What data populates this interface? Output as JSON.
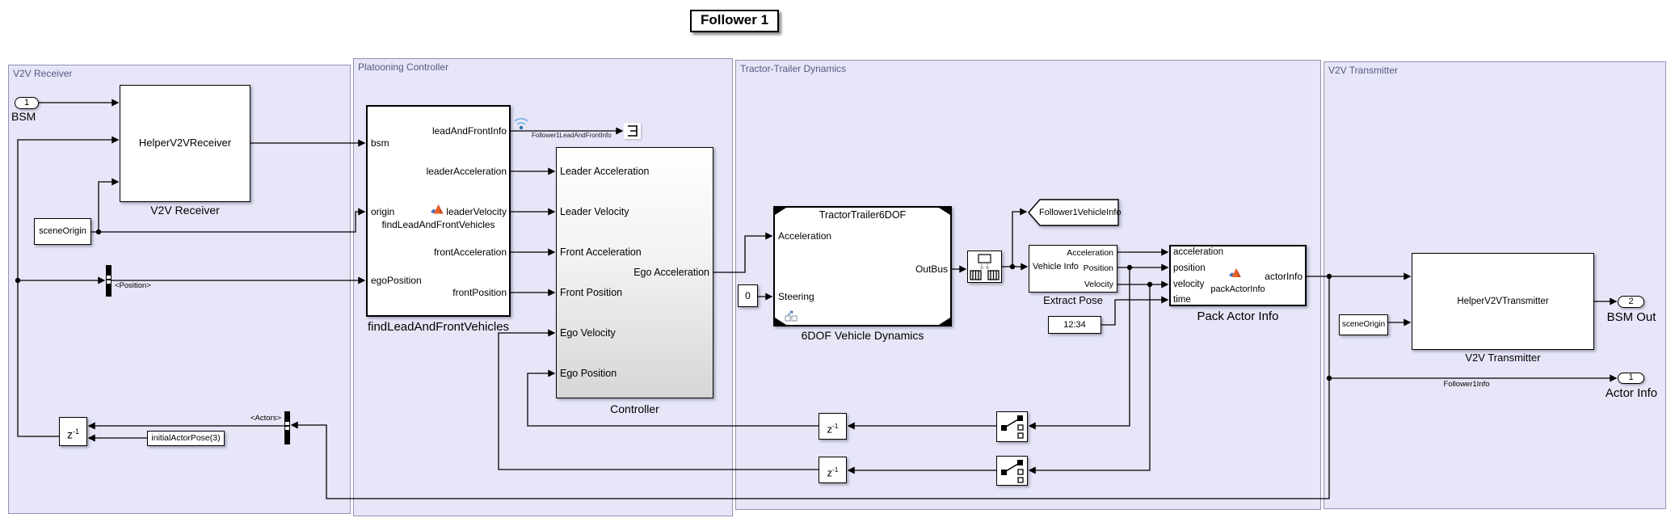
{
  "title": "Follower 1",
  "regions": {
    "receiver": "V2V Receiver",
    "platooning": "Platooning Controller",
    "tractor": "Tractor-Trailer Dynamics",
    "transmitter": "V2V Transmitter"
  },
  "receiver": {
    "inport": {
      "num": "1",
      "label": "BSM"
    },
    "helper": {
      "title": "HelperV2VReceiver",
      "name": "V2V Receiver"
    },
    "scene_origin": "sceneOrigin",
    "position_tag": "<Position>",
    "actors_tag": "<Actors>",
    "delay": {
      "base": "z",
      "exp": "-1"
    },
    "initial_pose": "initialActorPose(3)"
  },
  "platooning": {
    "find": {
      "inputs": [
        "bsm",
        "origin",
        "egoPosition"
      ],
      "outputs": [
        "leadAndFrontInfo",
        "leaderAcceleration",
        "leaderVelocity",
        "frontAcceleration",
        "frontPosition"
      ],
      "fn": "findLeadAndFrontVehicles",
      "name": "findLeadAndFrontVehicles"
    },
    "lead_info_label": "Follower1LeadAndFrontInfo",
    "controller": {
      "inputs": [
        "Leader Acceleration",
        "Leader Velocity",
        "Front Acceleration",
        "Front Position",
        "Ego Velocity",
        "Ego Position"
      ],
      "output": "Ego Acceleration",
      "name": "Controller"
    }
  },
  "tractor": {
    "constant": "0",
    "dynamics": {
      "title": "TractorTrailer6DOF",
      "inputs": [
        "Acceleration",
        "Steering"
      ],
      "output": "OutBus",
      "name": "6DOF Vehicle Dynamics"
    },
    "goto_tag": "Follower1VehicleInfo",
    "extract": {
      "input": "Vehicle Info",
      "outputs": [
        "Acceleration",
        "Position",
        "Velocity"
      ],
      "name": "Extract Pose"
    },
    "clock": "12:34",
    "pack": {
      "inputs": [
        "acceleration",
        "position",
        "velocity",
        "time"
      ],
      "fn": "packActorInfo",
      "output": "actorInfo",
      "name": "Pack Actor Info"
    },
    "delay": {
      "base": "z",
      "exp": "-1"
    }
  },
  "transmitter": {
    "helper": {
      "title": "HelperV2VTransmitter",
      "name": "V2V Transmitter"
    },
    "scene_origin": "sceneOrigin",
    "signal_label": "Follower1Info",
    "outports": [
      {
        "num": "2",
        "label": "BSM Out"
      },
      {
        "num": "1",
        "label": "Actor Info"
      }
    ]
  },
  "colors": {
    "region_fill": "#e6e6f8",
    "region_border": "#9393b5",
    "canvas": "#ffffff",
    "badge_blue": "#5a9fd4"
  }
}
